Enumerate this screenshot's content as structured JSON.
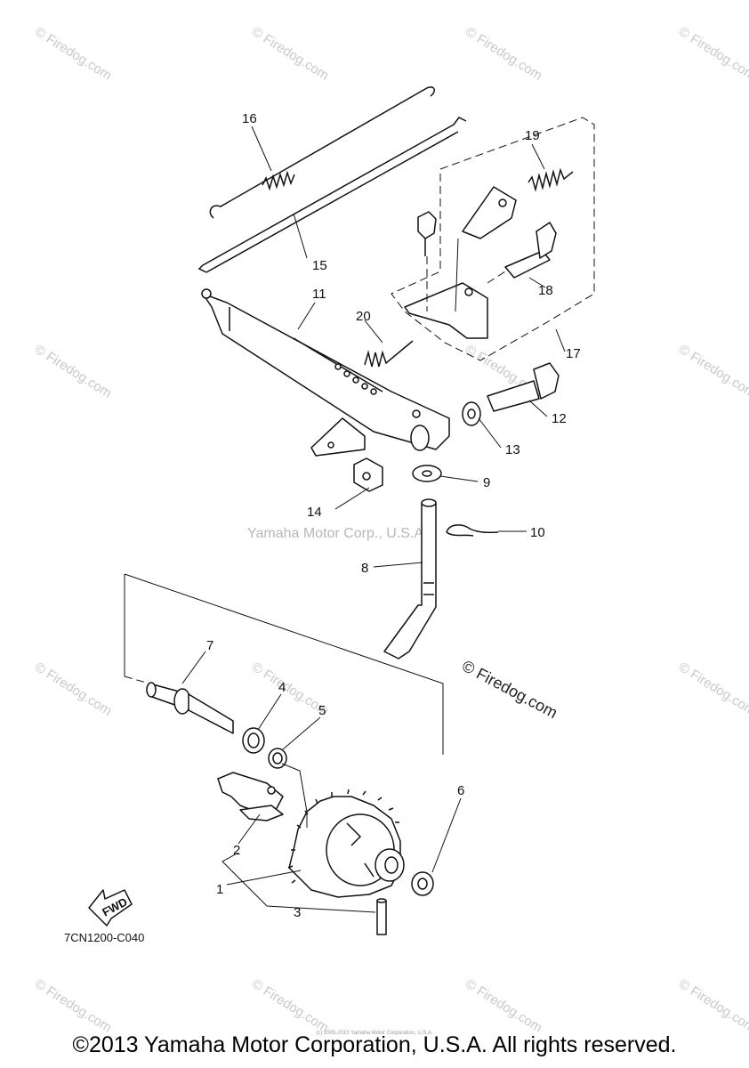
{
  "diagram": {
    "code": "7CN1200-C040",
    "fwd_label": "FWD",
    "center_watermark": "Yamaha Motor Corp., U.S.A.",
    "brand_watermark": "© Firedog.com",
    "tile_watermark": "© Firedog.com",
    "callouts": {
      "c1": "1",
      "c2": "2",
      "c3": "3",
      "c4": "4",
      "c5": "5",
      "c6": "6",
      "c7": "7",
      "c8": "8",
      "c9": "9",
      "c10": "10",
      "c11": "11",
      "c12": "12",
      "c13": "13",
      "c14": "14",
      "c15": "15",
      "c16": "16",
      "c17": "17",
      "c18": "18",
      "c19": "19",
      "c20": "20"
    }
  },
  "footer": {
    "copyright": "©2013 Yamaha Motor Corporation, U.S.A. All rights reserved.",
    "small_copy": "(c) 2005-2015 Yamaha Motor Corporation, U.S.A."
  }
}
